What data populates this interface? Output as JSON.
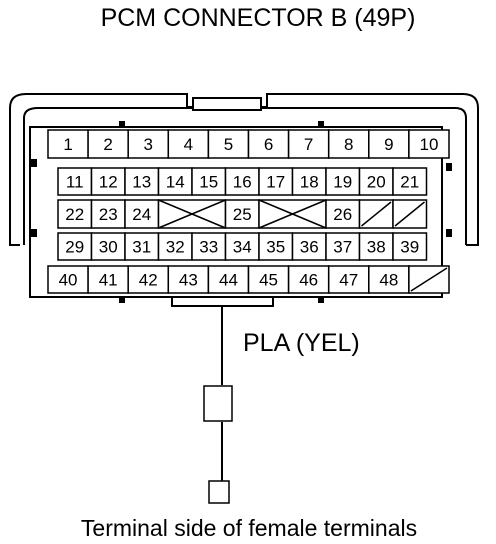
{
  "title": "PCM CONNECTOR B (49P)",
  "wire_label": "PLA (YEL)",
  "caption": "Terminal side of female terminals",
  "connector": {
    "rows": [
      {
        "pins": [
          "1",
          "2",
          "3",
          "4",
          "5",
          "6",
          "7",
          "8",
          "9",
          "10"
        ]
      },
      {
        "pins": [
          "11",
          "12",
          "13",
          "14",
          "15",
          "16",
          "17",
          "18",
          "19",
          "20",
          "21"
        ]
      },
      {
        "pins": [
          "22",
          "23",
          "24",
          "X",
          "",
          "25",
          "X",
          "",
          "26",
          "/",
          "/"
        ]
      },
      {
        "pins": [
          "29",
          "30",
          "31",
          "32",
          "33",
          "34",
          "35",
          "36",
          "37",
          "38",
          "39"
        ]
      },
      {
        "pins": [
          "40",
          "41",
          "42",
          "43",
          "44",
          "45",
          "46",
          "47",
          "48",
          "/"
        ]
      }
    ],
    "highlighted_pin": "44"
  }
}
